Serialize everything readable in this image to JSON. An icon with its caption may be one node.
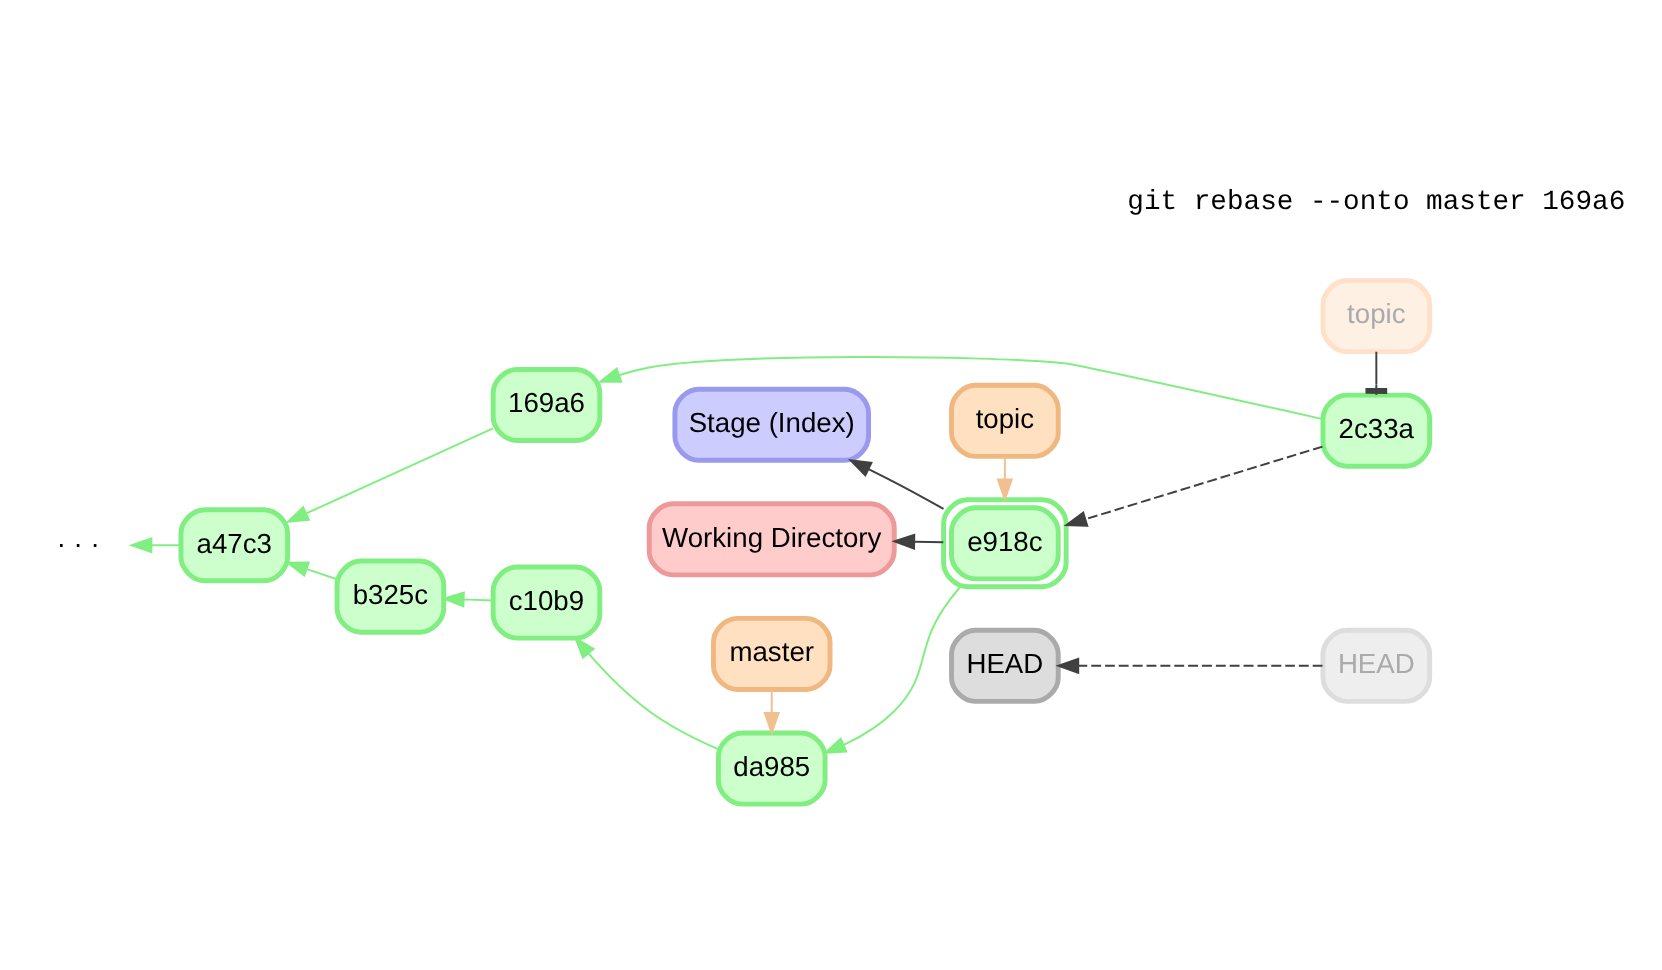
{
  "diagram": {
    "nodes": [
      {
        "text": [
          "HEAD"
        ]
      },
      {
        "text": [
          "topic"
        ]
      },
      {
        "text": [
          "169a6"
        ]
      },
      {
        "text": [
          "2c33a"
        ]
      },
      {
        "text": [
          "master"
        ]
      },
      {
        "text": [
          "HEAD"
        ]
      },
      {
        "text": [
          "topic"
        ]
      },
      {
        "text": [
          "· · ·"
        ]
      },
      {
        "text": [
          "a47c3"
        ]
      },
      {
        "text": [
          "b325c"
        ]
      },
      {
        "text": [
          "c10b9"
        ]
      },
      {
        "text": [
          "da985"
        ]
      },
      {
        "text": [
          "e918c"
        ]
      },
      {
        "text": [
          "Stage (Index)"
        ]
      },
      {
        "text": [
          "Working Directory"
        ]
      }
    ],
    "edges": [
      {
        "from": 3,
        "to": 2,
        "arrow": "to"
      },
      {
        "from": 2,
        "to": 8,
        "arrow": "to"
      },
      {
        "from": 8,
        "to": 7,
        "arrow": "to"
      },
      {
        "from": 9,
        "to": 8,
        "arrow": "to"
      },
      {
        "from": 10,
        "to": 9,
        "arrow": "to"
      },
      {
        "from": 11,
        "to": 10,
        "arrow": "to"
      },
      {
        "from": 12,
        "to": 11,
        "arrow": "to"
      },
      {
        "from": 4,
        "to": 11,
        "arrow": "to",
        "color": "#f0c090"
      },
      {
        "from": 6,
        "to": 12,
        "arrow": "to",
        "color": "#f0c090"
      },
      {
        "from": 1,
        "to": 3,
        "arrow": "other",
        "color": "#404040"
      },
      {
        "from": 0,
        "to": 5,
        "arrow": "to",
        "style": "dashed",
        "color": "#404040"
      },
      {
        "from": 3,
        "to": 12,
        "arrow": "to",
        "style": "dashed",
        "color": "#404040"
      },
      {
        "from": 12,
        "to": 13,
        "arrow": "to",
        "color": "#404040"
      },
      {
        "from": 12,
        "to": 14,
        "arrow": "to",
        "color": "#404040"
      }
    ],
    "labels": [
      "git rebase --onto master 169a6"
    ]
  }
}
